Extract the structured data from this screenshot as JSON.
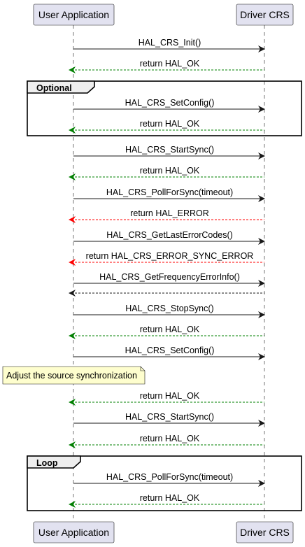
{
  "participants": {
    "user": "User Application",
    "driver": "Driver CRS"
  },
  "colors": {
    "call": "#181818",
    "ok_return": "#008000",
    "error_return": "#ff0000",
    "plain_return": "#181818"
  },
  "messages": [
    {
      "label": "HAL_CRS_Init()",
      "dir": "call"
    },
    {
      "label": "return HAL_OK",
      "dir": "return",
      "color": "ok_return"
    },
    {
      "label": "HAL_CRS_SetConfig()",
      "dir": "call"
    },
    {
      "label": "return HAL_OK",
      "dir": "return",
      "color": "ok_return"
    },
    {
      "label": "HAL_CRS_StartSync()",
      "dir": "call"
    },
    {
      "label": "return HAL_OK",
      "dir": "return",
      "color": "ok_return"
    },
    {
      "label": "HAL_CRS_PollForSync(timeout)",
      "dir": "call"
    },
    {
      "label": "return HAL_ERROR",
      "dir": "return",
      "color": "error_return"
    },
    {
      "label": "HAL_CRS_GetLastErrorCodes()",
      "dir": "call"
    },
    {
      "label": "return HAL_CRS_ERROR_SYNC_ERROR",
      "dir": "return",
      "color": "error_return"
    },
    {
      "label": "HAL_CRS_GetFrequencyErrorInfo()",
      "dir": "call"
    },
    {
      "label": "",
      "dir": "return",
      "color": "plain_return"
    },
    {
      "label": "HAL_CRS_StopSync()",
      "dir": "call"
    },
    {
      "label": "return HAL_OK",
      "dir": "return",
      "color": "ok_return"
    },
    {
      "label": "HAL_CRS_SetConfig()",
      "dir": "call"
    },
    {
      "label": "return HAL_OK",
      "dir": "return",
      "color": "ok_return"
    },
    {
      "label": "HAL_CRS_StartSync()",
      "dir": "call"
    },
    {
      "label": "return HAL_OK",
      "dir": "return",
      "color": "ok_return"
    },
    {
      "label": "HAL_CRS_PollForSync(timeout)",
      "dir": "call"
    },
    {
      "label": "return HAL_OK",
      "dir": "return",
      "color": "ok_return"
    }
  ],
  "frames": [
    {
      "label": "Optional"
    },
    {
      "label": "Loop"
    }
  ],
  "note": {
    "text": "Adjust the source synchronization",
    "color": "#fefece"
  }
}
